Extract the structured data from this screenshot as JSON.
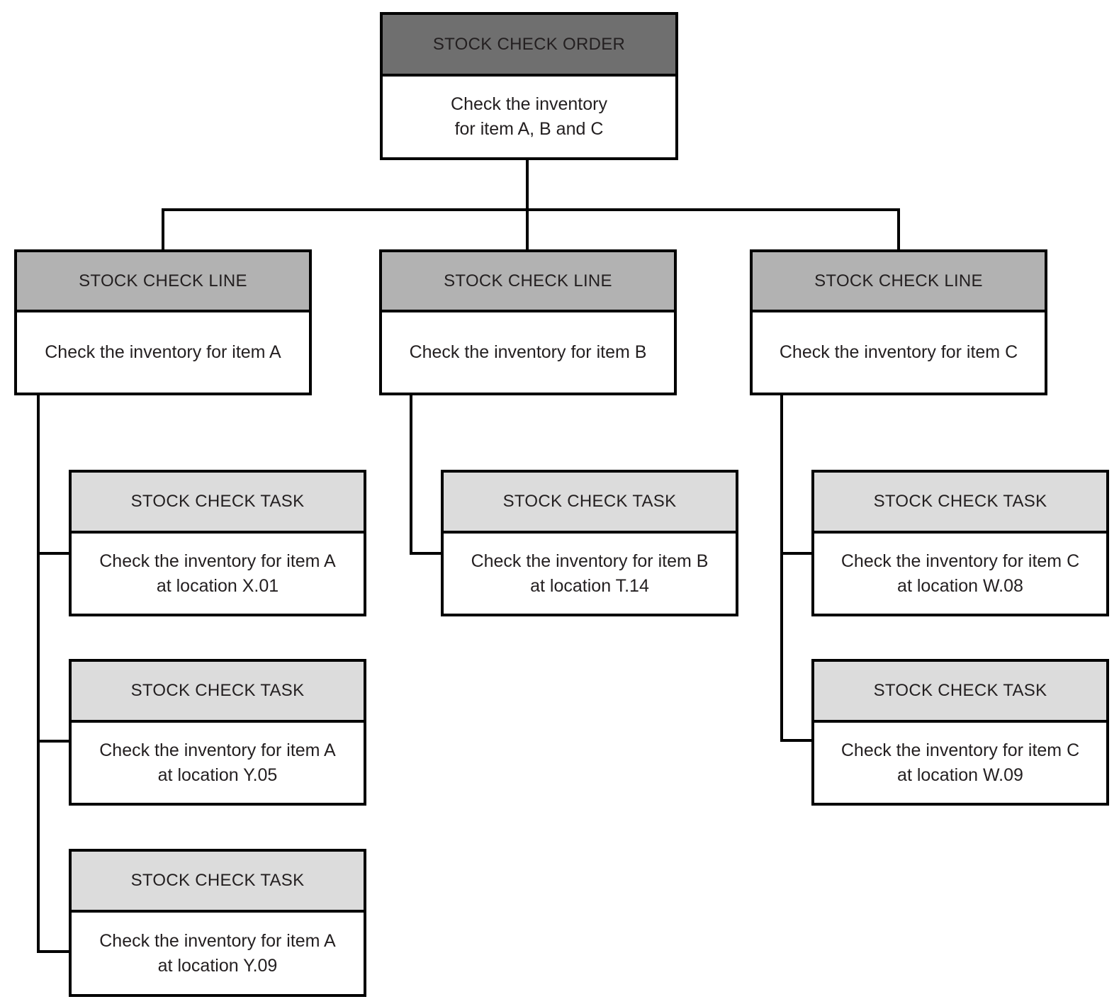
{
  "colors": {
    "order_header": "#6f6f6f",
    "line_header": "#b2b2b2",
    "task_header": "#dcdcdc",
    "border": "#000000",
    "text": "#231f20"
  },
  "nodes": {
    "order": {
      "title": "STOCK CHECK ORDER",
      "body": "Check the inventory\nfor item A, B and C"
    },
    "line_a": {
      "title": "STOCK CHECK LINE",
      "body": "Check the inventory for item A"
    },
    "line_b": {
      "title": "STOCK CHECK LINE",
      "body": "Check the inventory for item B"
    },
    "line_c": {
      "title": "STOCK CHECK LINE",
      "body": "Check the inventory for item C"
    },
    "task_a1": {
      "title": "STOCK CHECK TASK",
      "body": "Check the inventory for item A\nat location X.01"
    },
    "task_a2": {
      "title": "STOCK CHECK TASK",
      "body": "Check the inventory for item A\nat location Y.05"
    },
    "task_a3": {
      "title": "STOCK CHECK TASK",
      "body": "Check the inventory for item A\nat location Y.09"
    },
    "task_b1": {
      "title": "STOCK CHECK TASK",
      "body": "Check the inventory for item B\nat location T.14"
    },
    "task_c1": {
      "title": "STOCK CHECK TASK",
      "body": "Check the inventory for item C\nat location W.08"
    },
    "task_c2": {
      "title": "STOCK CHECK TASK",
      "body": "Check the inventory for item C\nat location W.09"
    }
  }
}
